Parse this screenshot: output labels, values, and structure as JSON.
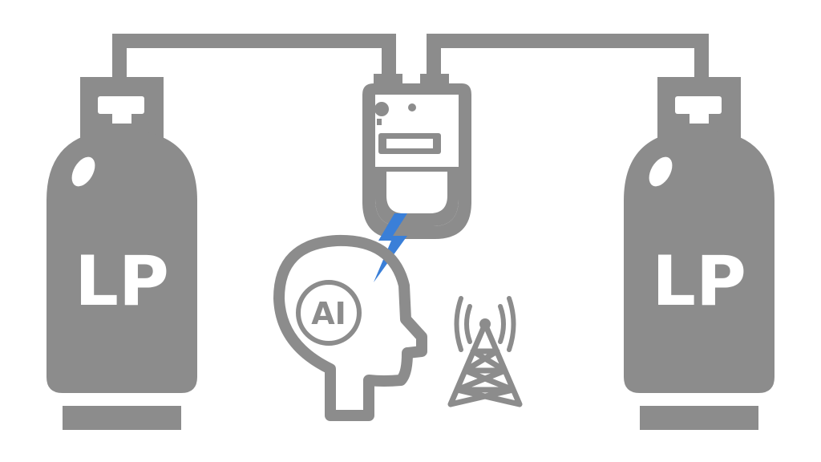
{
  "colors": {
    "icon_gray": "#8c8c8c",
    "background": "#ffffff",
    "bolt_blue": "#3a7fd8"
  },
  "cylinders": [
    {
      "label": "LP"
    },
    {
      "label": "LP"
    }
  ],
  "ai_head": {
    "label": "AI"
  },
  "icons": {
    "left_cylinder": "gas-cylinder-icon",
    "right_cylinder": "gas-cylinder-icon",
    "meter": "gas-meter-icon",
    "bolt": "lightning-bolt-icon",
    "head": "ai-head-icon",
    "tower": "radio-tower-icon"
  }
}
